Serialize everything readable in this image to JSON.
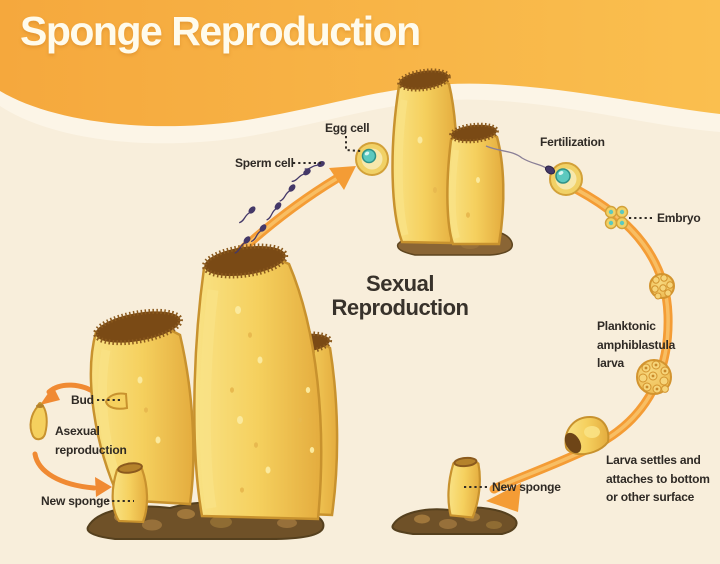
{
  "title": "Sponge Reproduction",
  "center_heading": "Sexual\nReproduction",
  "labels": {
    "egg_cell": "Egg cell",
    "sperm_cell": "Sperm cell",
    "fertilization": "Fertilization",
    "embryo": "Embryo",
    "planktonic_larva": "Planktonic\namphiblastula\nlarva",
    "larva_settles": "Larva settles and\nattaches to bottom\nor other surface",
    "new_sponge_right": "New sponge",
    "bud": "Bud",
    "asexual_reproduction": "Asexual\nreproduction",
    "new_sponge_left": "New sponge"
  },
  "colors": {
    "header_orange_left": "#F5A83D",
    "header_orange_right": "#FABF4F",
    "background_cream": "#F8EEDB",
    "wave_light_cream": "#FCF5E7",
    "cycle_arrow_orange": "#F49C35",
    "cycle_arrow_highlight": "#F8BE63",
    "sponge_yellow": "#F5D05E",
    "sponge_highlight": "#F9E285",
    "sponge_shadow": "#E4AC3E",
    "sponge_outline": "#C8922E",
    "osculum_brown": "#7A4A15",
    "rock_brown": "#6F5128",
    "pebble_brown": "#A0773B",
    "egg_yellow": "#F1D166",
    "nucleus_teal": "#5CC9BF",
    "sperm_purple": "#443868",
    "label_text": "#2F2A25",
    "title_text": "#FFFBEC"
  }
}
